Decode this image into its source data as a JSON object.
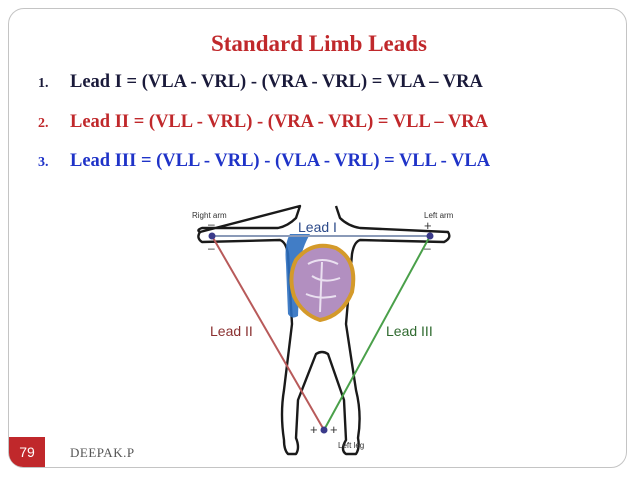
{
  "slide": {
    "title": "Standard Limb Leads",
    "rows": [
      {
        "number": "1.",
        "text": "Lead I = (VLA - VRL) - (VRA - VRL) = VLA – VRA",
        "color": "#1a1a3a"
      },
      {
        "number": "2.",
        "text": "Lead II = (VLL - VRL) - (VRA - VRL) = VLL – VRA",
        "color": "#c0282b"
      },
      {
        "number": "3.",
        "text": "Lead III = (VLL - VRL) - (VLA - VRL) = VLL - VLA",
        "color": "#1f33c8"
      }
    ],
    "page_number": "79",
    "author": "DEEPAK.P"
  },
  "figure": {
    "right_arm_label": "Right arm",
    "left_arm_label": "Left arm",
    "left_leg_label": "Left leg",
    "lead1_label": "Lead I",
    "lead2_label": "Lead II",
    "lead3_label": "Lead III",
    "plus": "+",
    "minus": "–",
    "colors": {
      "lead1": "#8a9ab8",
      "lead2": "#b85a5a",
      "lead3": "#4aa04a",
      "body_outline": "#1a1a1a",
      "aorta": "#2c6fc0",
      "heart": "#b28fc0",
      "heart_border": "#d49a2a"
    }
  }
}
